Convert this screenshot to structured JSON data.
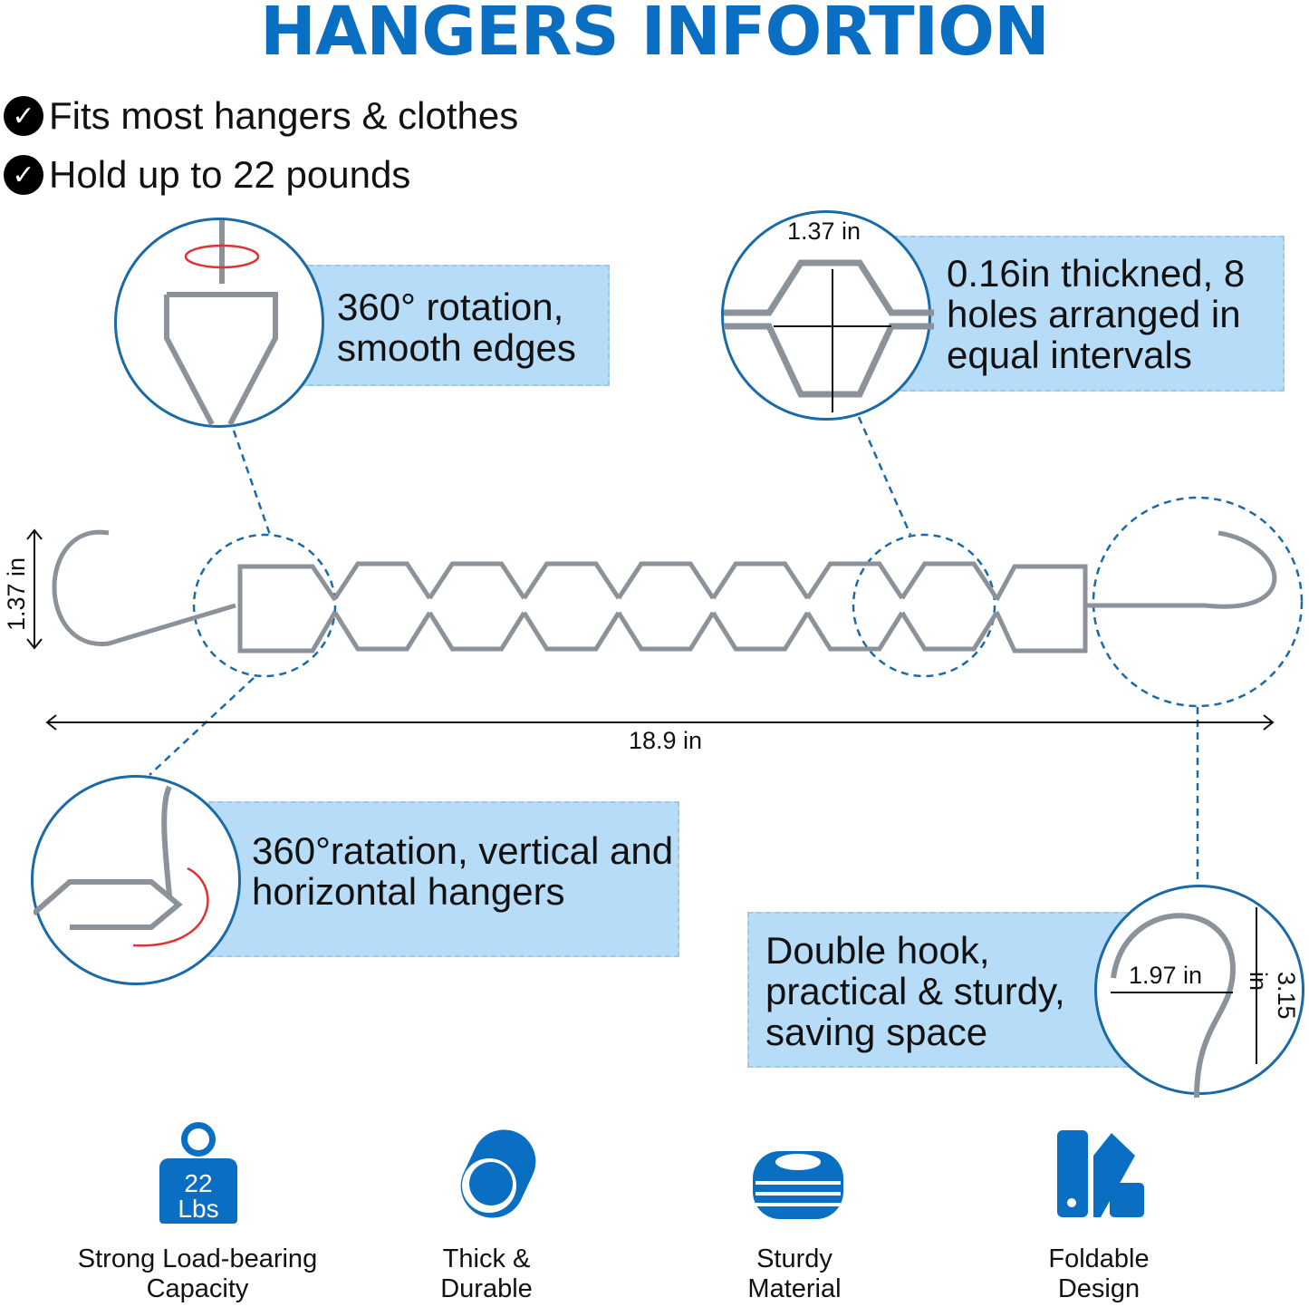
{
  "title": "HANGERS INFORTION",
  "features": [
    "Fits most hangers & clothes",
    "Hold up to 22 pounds"
  ],
  "callouts": {
    "rotation": "360° rotation, smooth edges",
    "holes": "0.16in thickned, 8 holes arranged in equal intervals",
    "vertical": "360°ratation, vertical and horizontal hangers",
    "hook": "Double hook, practical & sturdy, saving space"
  },
  "dimensions": {
    "height": "1.37 in",
    "hole": "1.37 in",
    "length": "18.9 in",
    "hook_width": "1.97 in",
    "hook_height": "3.15 in"
  },
  "weight_icon": {
    "number": "22",
    "unit": "Lbs"
  },
  "bottom_features": [
    {
      "icon": "weight-icon",
      "line1": "Strong Load-bearing",
      "line2": "Capacity"
    },
    {
      "icon": "tube-icon",
      "line1": "Thick &",
      "line2": "Durable"
    },
    {
      "icon": "coil-icon",
      "line1": "Sturdy",
      "line2": "Material"
    },
    {
      "icon": "swatch-icon",
      "line1": "Foldable",
      "line2": "Design"
    }
  ],
  "colors": {
    "accent": "#0a6fc2",
    "callout": "#b6dcf8",
    "circle_border": "#1a6aa8"
  }
}
